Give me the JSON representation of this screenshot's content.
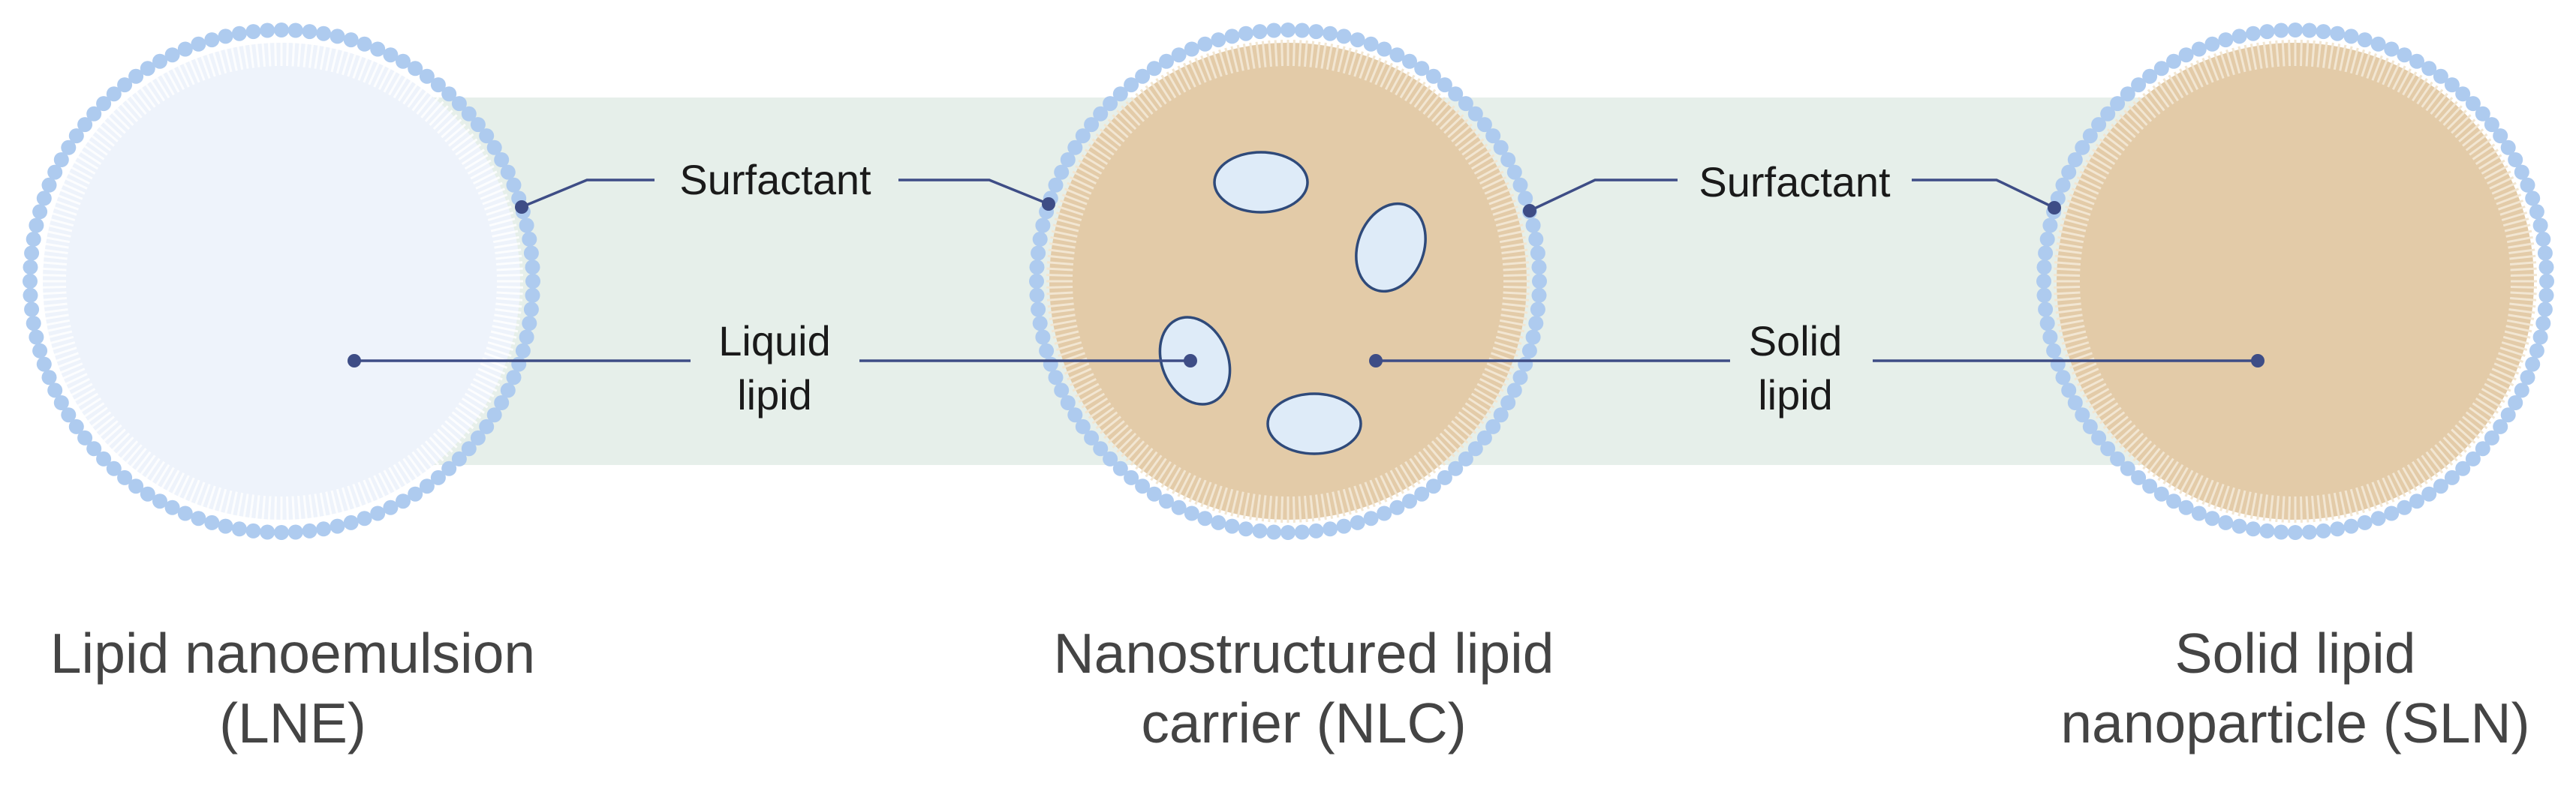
{
  "colors": {
    "background": "#ffffff",
    "band": "#e6efea",
    "surfactant_bead": "#aecbef",
    "liquid_core": "#eef3fb",
    "solid_core": "#e3cba8",
    "solid_core_tails": "#f2e6d2",
    "liquid_droplet_fill": "#deebf8",
    "liquid_droplet_stroke": "#2f4a7a",
    "leader_line": "#3e4d86"
  },
  "callouts": {
    "surfactant_left": "Surfactant",
    "surfactant_right": "Surfactant",
    "liquid_lipid_line1": "Liquid",
    "liquid_lipid_line2": "lipid",
    "solid_lipid_line1": "Solid",
    "solid_lipid_line2": "lipid"
  },
  "particles": [
    {
      "id": "lne",
      "core": "liquid",
      "name_line1": "Lipid nanoemulsion",
      "name_line2": "(LNE)"
    },
    {
      "id": "nlc",
      "core": "solid",
      "name_line1": "Nanostructured lipid",
      "name_line2": "carrier (NLC)"
    },
    {
      "id": "sln",
      "core": "solid",
      "name_line1": "Solid lipid",
      "name_line2": "nanoparticle (SLN)"
    }
  ]
}
